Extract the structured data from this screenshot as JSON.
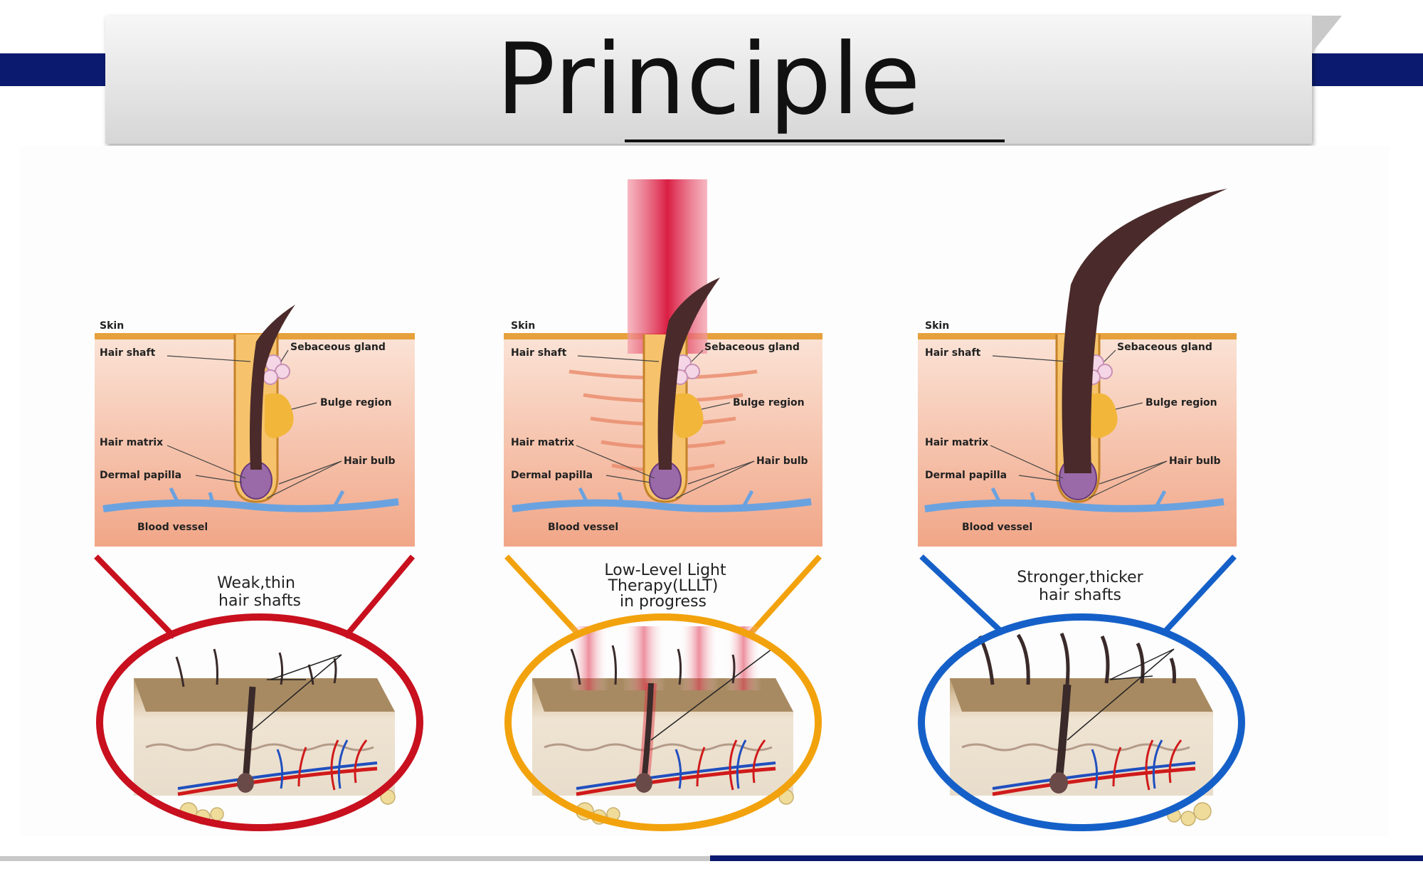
{
  "title": "Principle",
  "labels": {
    "skin": "Skin",
    "hair_shaft": "Hair shaft",
    "sebaceous_gland": "Sebaceous gland",
    "bulge_region": "Bulge region",
    "hair_matrix": "Hair matrix",
    "hair_bulb": "Hair bulb",
    "dermal_papilla": "Dermal papilla",
    "blood_vessel": "Blood vessel"
  },
  "panels": [
    {
      "caption_line1": "Weak,thin",
      "caption_line2": "hair shafts",
      "caption_line3": "",
      "ring_color": "#c8101e"
    },
    {
      "caption_line1": "Low-Level Light",
      "caption_line2": "Therapy(LLLT)",
      "caption_line3": "in progress",
      "ring_color": "#f2a20c"
    },
    {
      "caption_line1": "Stronger,thicker",
      "caption_line2": "hair shafts",
      "caption_line3": "",
      "ring_color": "#1560c8"
    }
  ],
  "colors": {
    "accent_navy": "#0b1a6e",
    "skin_tissue": "#f4b79a",
    "follicle_outline": "#e9a43b",
    "hair": "#4a2a2a",
    "papilla": "#9a6aa8",
    "blood_vessel": "#6aa2e0",
    "laser_red": "#e0243c"
  }
}
